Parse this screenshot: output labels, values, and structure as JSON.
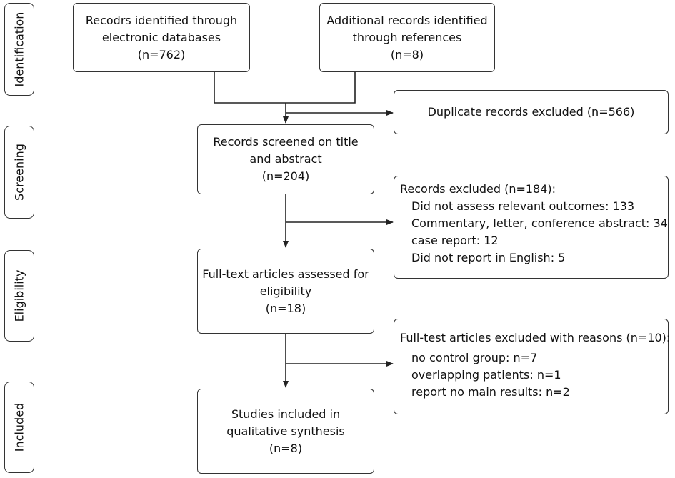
{
  "stages": {
    "identification": "Identification",
    "screening": "Screening",
    "eligibility": "Eligibility",
    "included": "Included"
  },
  "boxes": {
    "databases": [
      "Recodrs identified through",
      "electronic databases",
      "(n=762)"
    ],
    "references": [
      "Additional records identified",
      "through references",
      "(n=8)"
    ],
    "duplicates": [
      "Duplicate records excluded (n=566)"
    ],
    "screened": [
      "Records screened on title",
      "and abstract",
      "(n=204)"
    ],
    "excluded_screening": {
      "title": "Records excluded (n=184):",
      "items": [
        "Did not assess relevant outcomes: 133",
        "Commentary, letter, conference abstract: 34",
        "case report: 12",
        "Did not report in English: 5"
      ]
    },
    "fulltext": [
      "Full-text articles assessed for",
      "eligibility",
      "(n=18)"
    ],
    "excluded_fulltext": {
      "title": "Full-test articles excluded with reasons (n=10):",
      "items": [
        "no control group: n=7",
        "overlapping patients: n=1",
        "report no main results: n=2"
      ]
    },
    "included": [
      "Studies included in",
      "qualitative synthesis",
      "(n=8)"
    ]
  }
}
